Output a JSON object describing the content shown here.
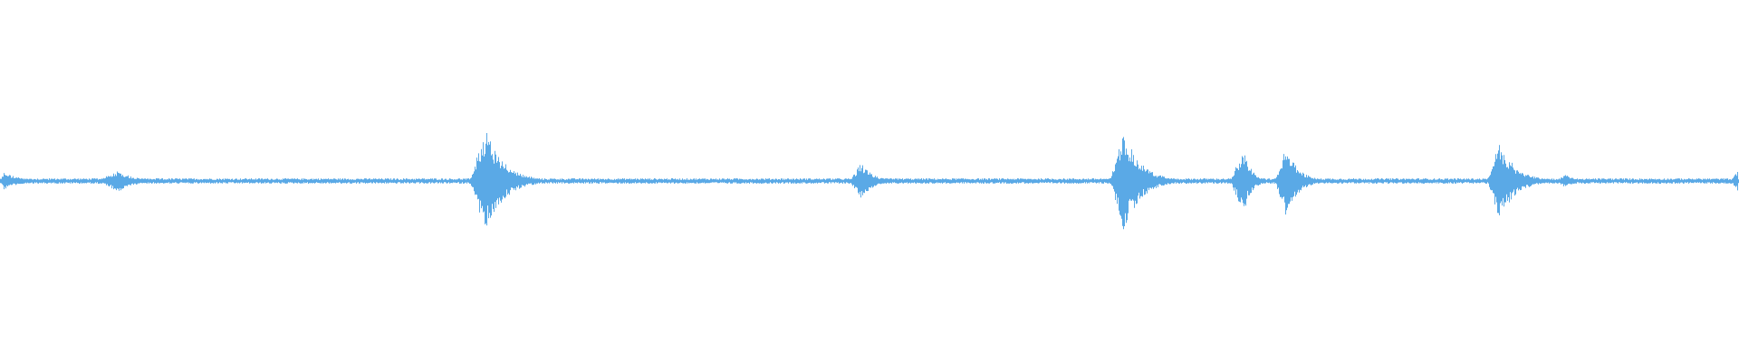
{
  "waveform": {
    "color": "#5aa9e6",
    "baseline_amplitude": 0.015,
    "bursts": [
      {
        "start": 0.0,
        "peak": 0.002,
        "end": 0.03,
        "amplitude": 0.05
      },
      {
        "start": 0.055,
        "peak": 0.068,
        "end": 0.095,
        "amplitude": 0.06
      },
      {
        "start": 0.27,
        "peak": 0.279,
        "end": 0.31,
        "amplitude": 0.3
      },
      {
        "start": 0.488,
        "peak": 0.495,
        "end": 0.515,
        "amplitude": 0.1
      },
      {
        "start": 0.638,
        "peak": 0.646,
        "end": 0.675,
        "amplitude": 0.28
      },
      {
        "start": 0.707,
        "peak": 0.715,
        "end": 0.728,
        "amplitude": 0.18
      },
      {
        "start": 0.733,
        "peak": 0.739,
        "end": 0.76,
        "amplitude": 0.2
      },
      {
        "start": 0.855,
        "peak": 0.862,
        "end": 0.89,
        "amplitude": 0.22
      },
      {
        "start": 0.895,
        "peak": 0.9,
        "end": 0.915,
        "amplitude": 0.04
      },
      {
        "start": 0.995,
        "peak": 0.999,
        "end": 1.0,
        "amplitude": 0.06
      }
    ]
  }
}
